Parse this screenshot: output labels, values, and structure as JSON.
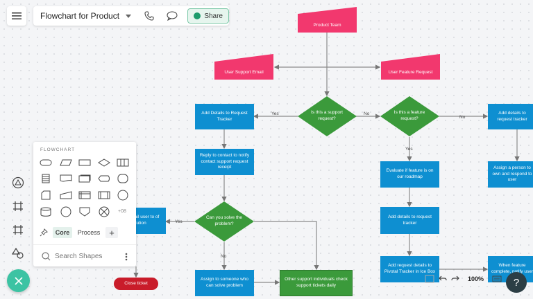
{
  "topbar": {
    "title": "Flowchart for Product T...",
    "share_label": "Share",
    "icons": [
      "menu-icon",
      "phone-icon",
      "comment-icon",
      "globe-icon"
    ]
  },
  "panel": {
    "section_title": "FLOWCHART",
    "more_count": "+08",
    "tabs": [
      "Core",
      "Process",
      "+"
    ],
    "search_placeholder": "Search Shapes"
  },
  "zoom": {
    "level": "100%"
  },
  "help_label": "?",
  "nodes": {
    "product_team": "Product Team",
    "user_support_email": "User Support Email",
    "user_feature_request": "User Feature Request",
    "add_details_request_tracker": "Add Details to Request Tracker",
    "is_support_request": "Is this a support request?",
    "is_feature_request": "Is this a feature request?",
    "add_details_right": "Add details to request tracker",
    "reply_to_contact": "Reply to contact to notify contact support request receipt",
    "can_you_solve": "Can you solve the problem?",
    "evaluate_feature": "Evaluate if feature is on our roadmap",
    "assign_person": "Assign a person to own and respond to user",
    "left_partial": "ticket to ail user to of solution",
    "add_details_request_tracker_2": "Add details to request tracker",
    "assign_someone": "Assign to someone who can solve problem",
    "other_support": "Other support individuals check support tickets daily",
    "add_request_pivotal": "Add request details to Pivotal Tracker in Ice Box",
    "when_feature_complete": "When feature complete, notify user",
    "close_ticket": "Close ticket"
  },
  "edge_labels": {
    "yes_1": "Yes",
    "no_1": "No",
    "no_2": "No",
    "yes_2": "Yes",
    "yes_3": "Yes",
    "no_3": "No"
  },
  "colors": {
    "pink": "#f2386e",
    "blue": "#0e8fd1",
    "green": "#3b9a3b",
    "red": "#c91c2a",
    "accent": "#3cc3a3"
  }
}
